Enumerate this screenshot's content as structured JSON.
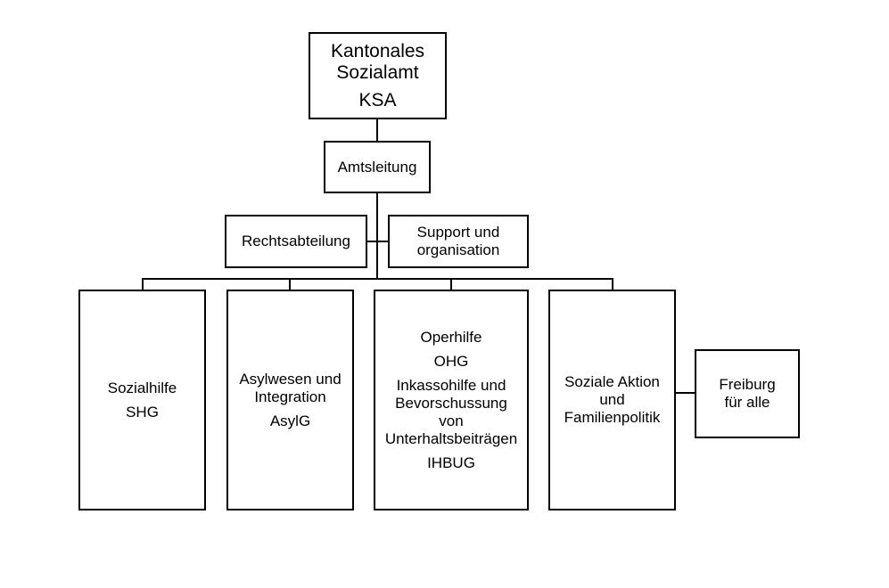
{
  "org_chart": {
    "root": {
      "name": "Kantonales Sozialamt",
      "name_lines": [
        "Kantonales",
        "Sozialamt"
      ],
      "abbreviation": "KSA"
    },
    "management": {
      "name": "Amtsleitung"
    },
    "staff_units": [
      {
        "name": "Rechtsabteilung"
      },
      {
        "name": "Support und organisation",
        "name_lines": [
          "Support und",
          "organisation"
        ]
      }
    ],
    "divisions": [
      {
        "name": "Sozialhilfe",
        "abbreviation": "SHG"
      },
      {
        "name": "Asylwesen und Integration",
        "name_lines": [
          "Asylwesen und",
          "Integration"
        ],
        "abbreviation": "AsylG"
      },
      {
        "name": "Operhilfe",
        "abbreviation": "OHG",
        "second_name": "Inkassohilfe und Bevorschussung von Unterhaltsbeiträgen",
        "second_name_lines": [
          "Inkassohilfe und",
          "Bevorschussung",
          "von",
          "Unterhaltsbeiträgen"
        ],
        "second_abbreviation": "IHBUG"
      },
      {
        "name": "Soziale Aktion und Familienpolitik",
        "name_lines": [
          "Soziale Aktion",
          "und",
          "Familienpolitik"
        ]
      }
    ],
    "sub_units": [
      {
        "parent": "Soziale Aktion und Familienpolitik",
        "name": "Freiburg für alle",
        "name_lines": [
          "Freiburg",
          "für alle"
        ]
      }
    ]
  }
}
